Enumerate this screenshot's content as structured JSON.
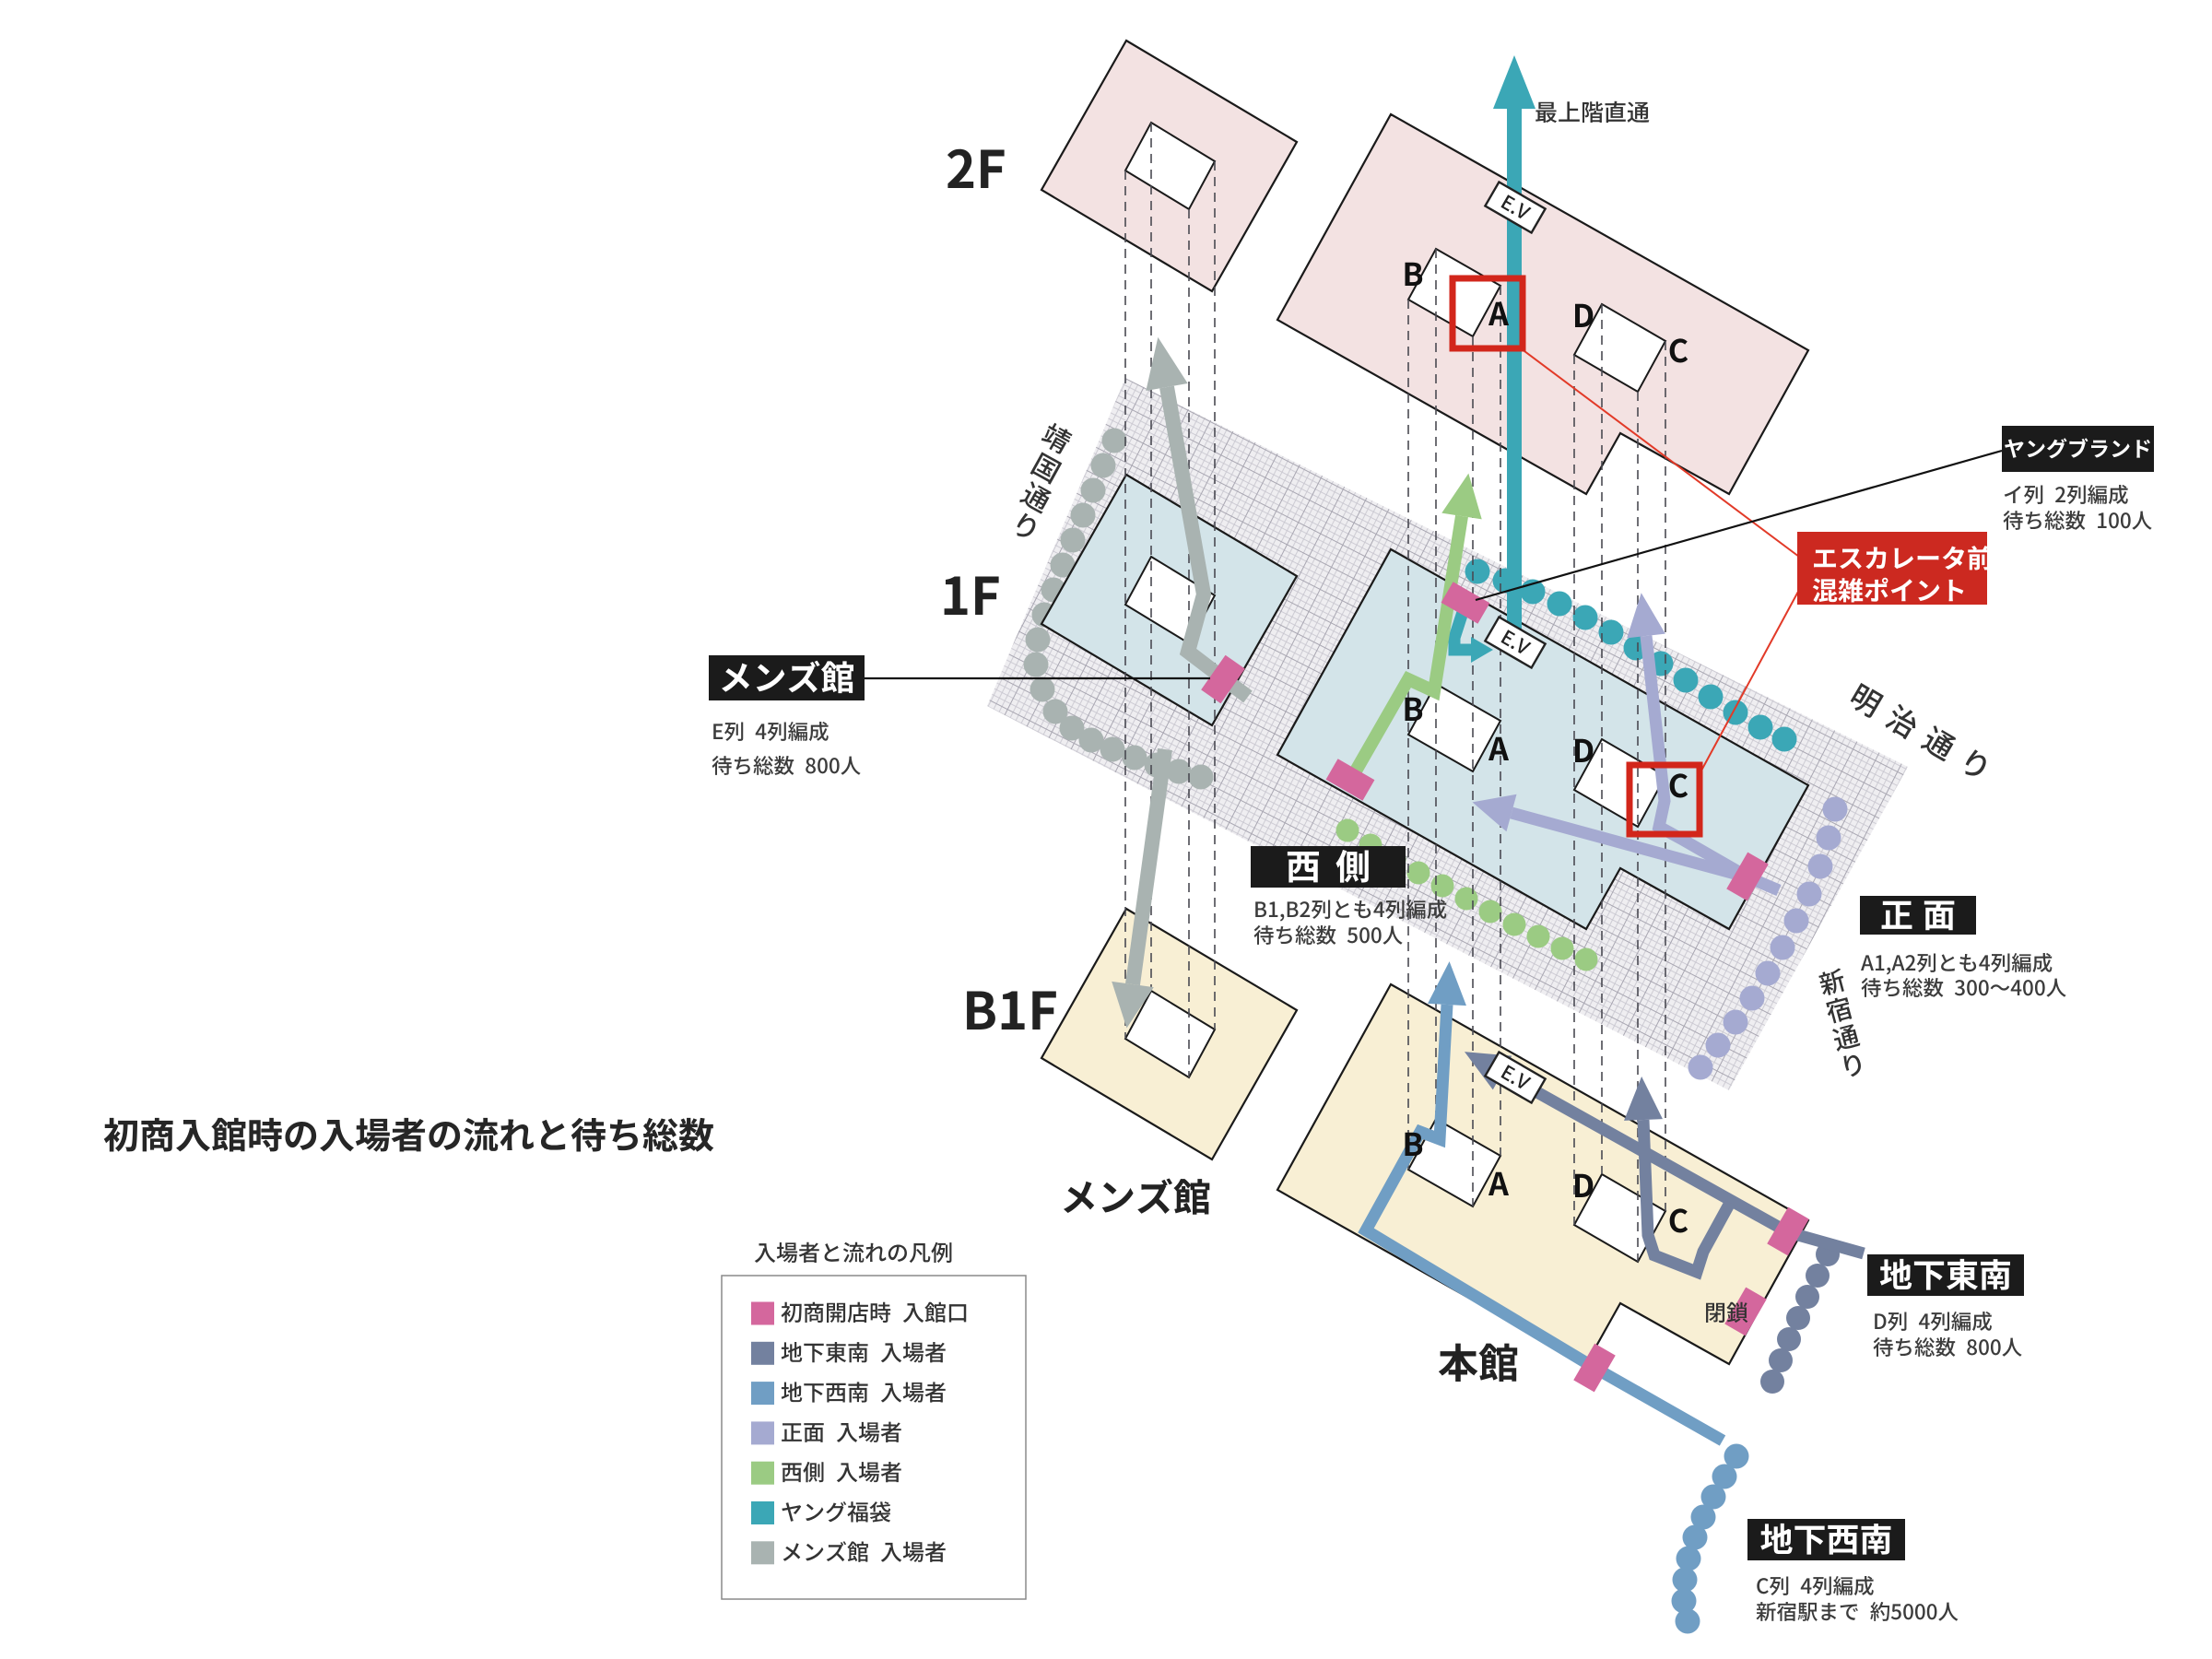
{
  "title": "初商入館時の入場者の流れと待ち総数",
  "floors": {
    "f2": "2F",
    "f1": "1F",
    "b1f": "B1F"
  },
  "buildings": {
    "mens": "メンズ館",
    "main": "本館"
  },
  "streets": {
    "yasukuni": "靖国通り",
    "meiji": "明治通り",
    "shinjuku": "新宿通り"
  },
  "ev_label": "E.V",
  "top_arrow_label": "最上階直通",
  "closed_label": "閉鎖",
  "letters": {
    "b": "B",
    "a": "A",
    "d": "D",
    "c": "C"
  },
  "congestion": {
    "line1": "エスカレータ前",
    "line2": "混雑ポイント"
  },
  "entrances": {
    "mens": {
      "name": "メンズ館",
      "line1": "E列 4列編成",
      "line2": "待ち総数 800人"
    },
    "west": {
      "name": "西側",
      "line1": "B1,B2列とも4列編成",
      "line2": "待ち総数 500人"
    },
    "front": {
      "name": "正面",
      "line1": "A1,A2列とも4列編成",
      "line2": "待ち総数 300〜400人"
    },
    "young": {
      "name": "ヤングブランド",
      "line1": "イ列 2列編成",
      "line2": "待ち総数 100人"
    },
    "se_basement": {
      "name": "地下東南",
      "line1": "D列 4列編成",
      "line2": "待ち総数 800人"
    },
    "sw_basement": {
      "name": "地下西南",
      "line1": "C列 4列編成",
      "line2": "新宿駅まで 約5000人"
    }
  },
  "legend": {
    "title": "入場者と流れの凡例",
    "items": [
      {
        "label": "初商開店時 入館口",
        "color": "#d4679d"
      },
      {
        "label": "地下東南 入場者",
        "color": "#73819f"
      },
      {
        "label": "地下西南 入場者",
        "color": "#709ec4"
      },
      {
        "label": "正面 入場者",
        "color": "#a5aad1"
      },
      {
        "label": "西側 入場者",
        "color": "#9bcb83"
      },
      {
        "label": "ヤング福袋",
        "color": "#3ba7b6"
      },
      {
        "label": "メンズ館 入場者",
        "color": "#a9b3b1"
      }
    ]
  },
  "floor_colors": {
    "f2": "#f3e2e2",
    "f1": "#d3e4e9",
    "b1f": "#f8efd4"
  },
  "colors": {
    "congestion_red": "#cc2920",
    "label_black": "#1b1b1b"
  }
}
